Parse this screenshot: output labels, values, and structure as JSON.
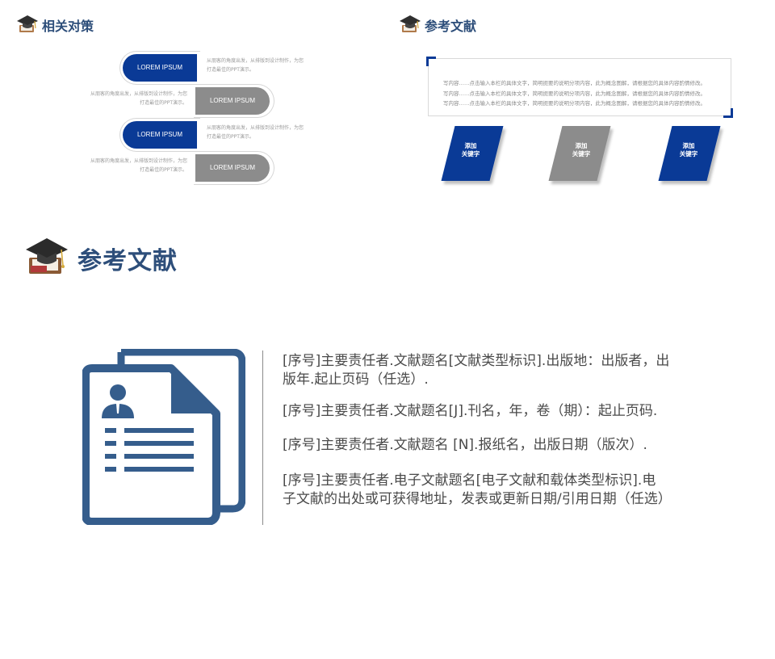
{
  "top_left": {
    "title": "相关对策",
    "pills": [
      {
        "label": "LOREM IPSUM",
        "desc_1": "从朋客的角度出发，从排版到设计制作，为您",
        "desc_2": "打造最佳的PPT演示。"
      },
      {
        "label": "LOREM IPSUM",
        "desc_1": "从朋客的角度出发，从排版到设计制作，为您",
        "desc_2": "打造最佳的PPT演示。"
      },
      {
        "label": "LOREM IPSUM",
        "desc_1": "从朋客的角度出发，从排版到设计制作，为您",
        "desc_2": "打造最佳的PPT演示。"
      },
      {
        "label": "LOREM IPSUM",
        "desc_1": "从朋客的角度出发，从排版到设计制作，为您",
        "desc_2": "打造最佳的PPT演示。"
      }
    ]
  },
  "top_right": {
    "title": "参考文献",
    "lines": [
      "写内容……点击输入本栏的具体文字，简明扼要的说明分项内容，此为概念图解，请根据您的具体内容酌情修改。",
      "写内容……点击输入本栏的具体文字，简明扼要的说明分项内容，此为概念图解，请根据您的具体内容酌情修改。",
      "写内容……点击输入本栏的具体文字，简明扼要的说明分项内容，此为概念图解，请根据您的具体内容酌情修改。"
    ],
    "keywords": [
      {
        "line1": "添加",
        "line2": "关键字"
      },
      {
        "line1": "添加",
        "line2": "关键字"
      },
      {
        "line1": "添加",
        "line2": "关键字"
      }
    ]
  },
  "main": {
    "title": "参考文献",
    "entries": [
      {
        "line1": "[序号]主要责任者.文献题名[文献类型标识].出版地：出版者，出",
        "line2": "版年.起止页码（任选）."
      },
      {
        "line1": "[序号]主要责任者.文献题名[J].刊名，年，卷（期）：起止页码.",
        "line2": ""
      },
      {
        "line1": "[序号]主要责任者.文献题名 [N].报纸名，出版日期（版次）.",
        "line2": ""
      },
      {
        "line1": "[序号]主要责任者.电子文献题名[电子文献和载体类型标识].电",
        "line2": "子文献的出处或可获得地址，发表或更新日期/引用日期（任选）"
      }
    ]
  },
  "colors": {
    "brand_blue": "#0a3a96",
    "title_blue": "#2d4e7a",
    "icon_blue": "#355d8c",
    "gray": "#8c8c8c"
  },
  "icons": [
    "graduation-cap-icon",
    "document-profile-icon"
  ]
}
